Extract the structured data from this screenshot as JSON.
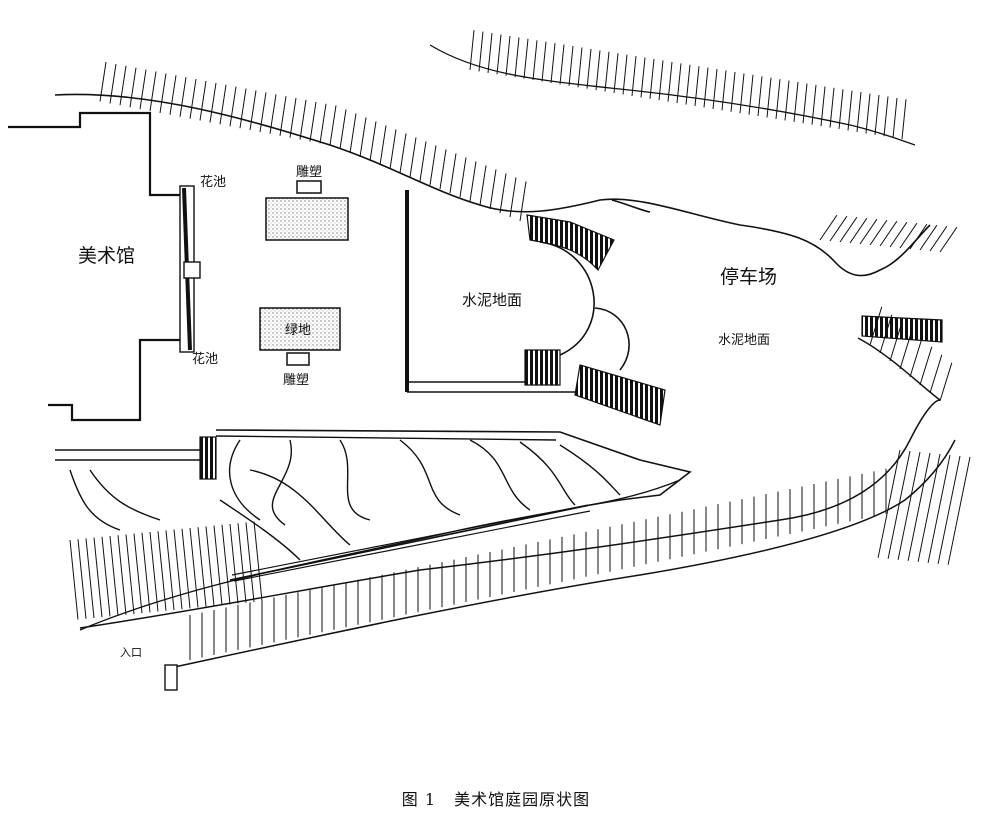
{
  "labels": {
    "museum": "美术馆",
    "flower_pool_top": "花池",
    "flower_pool_bottom": "花池",
    "sculpture_top": "雕塑",
    "sculpture_bottom": "雕塑",
    "green_area": "绿地",
    "cement_ground_left": "水泥地面",
    "parking": "停车场",
    "cement_ground_right": "水泥地面",
    "entrance": "入口"
  },
  "caption": {
    "figure_number": "图 1",
    "title": "美术馆庭园原状图"
  },
  "colors": {
    "ink": "#111111",
    "stipple": "#bbbbbb",
    "background": "#ffffff"
  }
}
